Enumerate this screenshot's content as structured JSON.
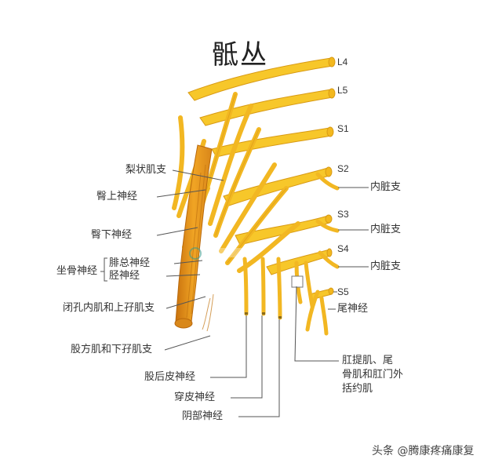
{
  "title": "骶丛",
  "roots": [
    "L4",
    "L5",
    "S1",
    "S2",
    "S3",
    "S4",
    "S5"
  ],
  "labels_left": {
    "piriformis": "梨状肌支",
    "superior_gluteal": "臀上神经",
    "inferior_gluteal": "臀下神经",
    "sciatic": "坐骨神经",
    "common_peroneal": "腓总神经",
    "tibial": "胫神经",
    "obturator_internus": "闭孔内肌和上孖肌支",
    "quadratus_femoris": "股方肌和下孖肌支"
  },
  "labels_right": {
    "visceral_1": "内脏支",
    "visceral_2": "内脏支",
    "visceral_3": "内脏支",
    "coccygeal": "尾神经",
    "levator_line1": "肛提肌、尾",
    "levator_line2": "骨肌和肛门外",
    "levator_line3": "括约肌"
  },
  "labels_bottom": {
    "posterior_femoral_cutaneous": "股后皮神经",
    "perforating_cutaneous": "穿皮神经",
    "pudendal": "阴部神经"
  },
  "watermark": "头条 @腾康疼痛康复",
  "colors": {
    "nerve_fill": "#F7C72A",
    "nerve_stroke": "#D89A14",
    "trunk_fill": "#EE9A1E",
    "leader": "#555555"
  }
}
